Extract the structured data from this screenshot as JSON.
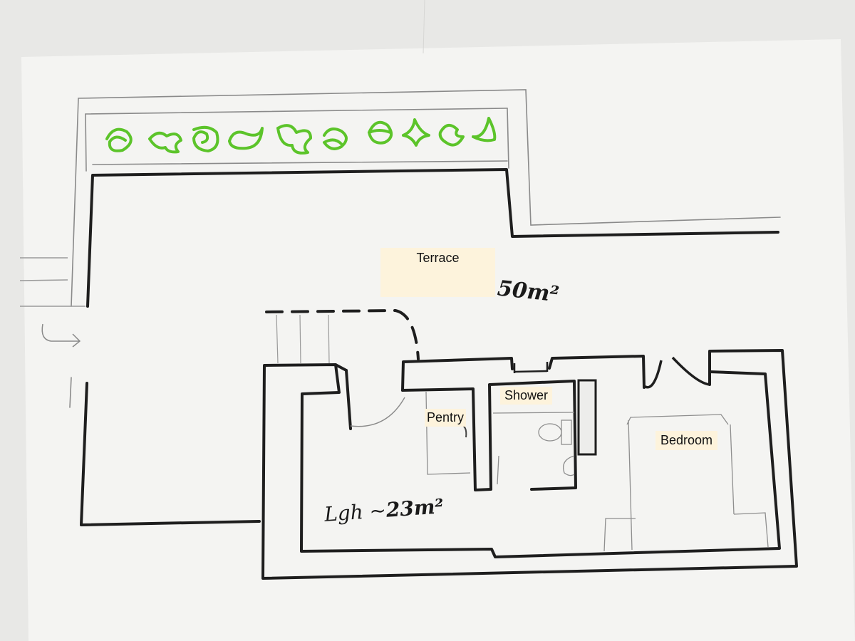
{
  "rooms": {
    "terrace": {
      "label": "Terrace",
      "area_note": "50m²"
    },
    "shower": {
      "label": "Shower"
    },
    "pentry": {
      "label": "Pentry"
    },
    "bedroom": {
      "label": "Bedroom"
    },
    "apartment": {
      "area_prefix": "Lgh ~",
      "area_value": "23m²"
    }
  },
  "colors": {
    "paper": "#f4f4f2",
    "wall": "#1e1e1e",
    "pencil": "#8a8a8a",
    "plants": "#5cc42a",
    "label_bg": "#fdf3dc"
  },
  "icons": [
    "plant-icon",
    "entrance-arrow-icon",
    "toilet-icon",
    "sink-icon",
    "door-swing-icon"
  ]
}
